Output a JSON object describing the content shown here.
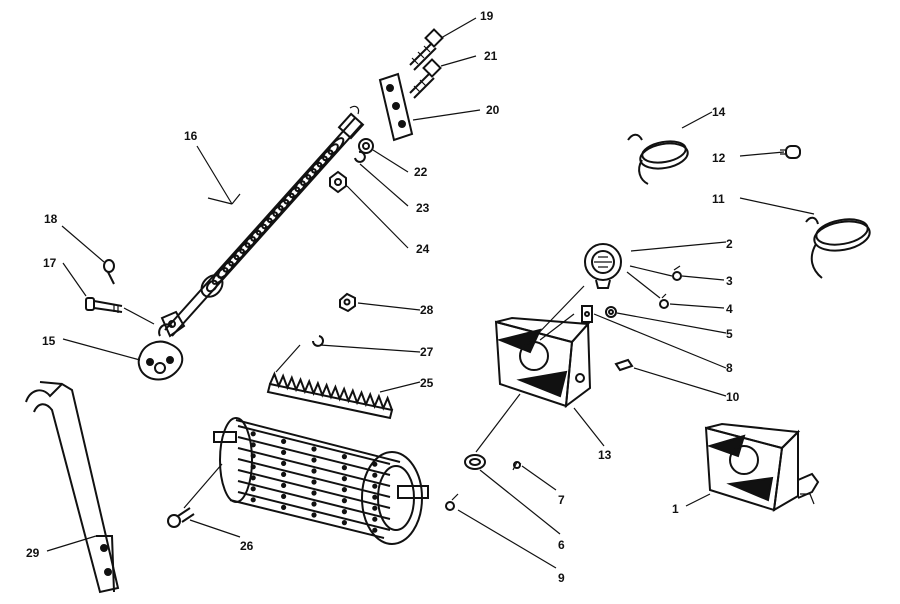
{
  "diagram": {
    "labels": [
      "1",
      "2",
      "3",
      "4",
      "5",
      "6",
      "7",
      "8",
      "9",
      "10",
      "11",
      "12",
      "13",
      "14",
      "15",
      "16",
      "17",
      "18",
      "19",
      "20",
      "21",
      "22",
      "23",
      "24",
      "25",
      "26",
      "27",
      "28",
      "29"
    ]
  },
  "colors": {
    "ink": "#111111",
    "paper": "#ffffff"
  }
}
